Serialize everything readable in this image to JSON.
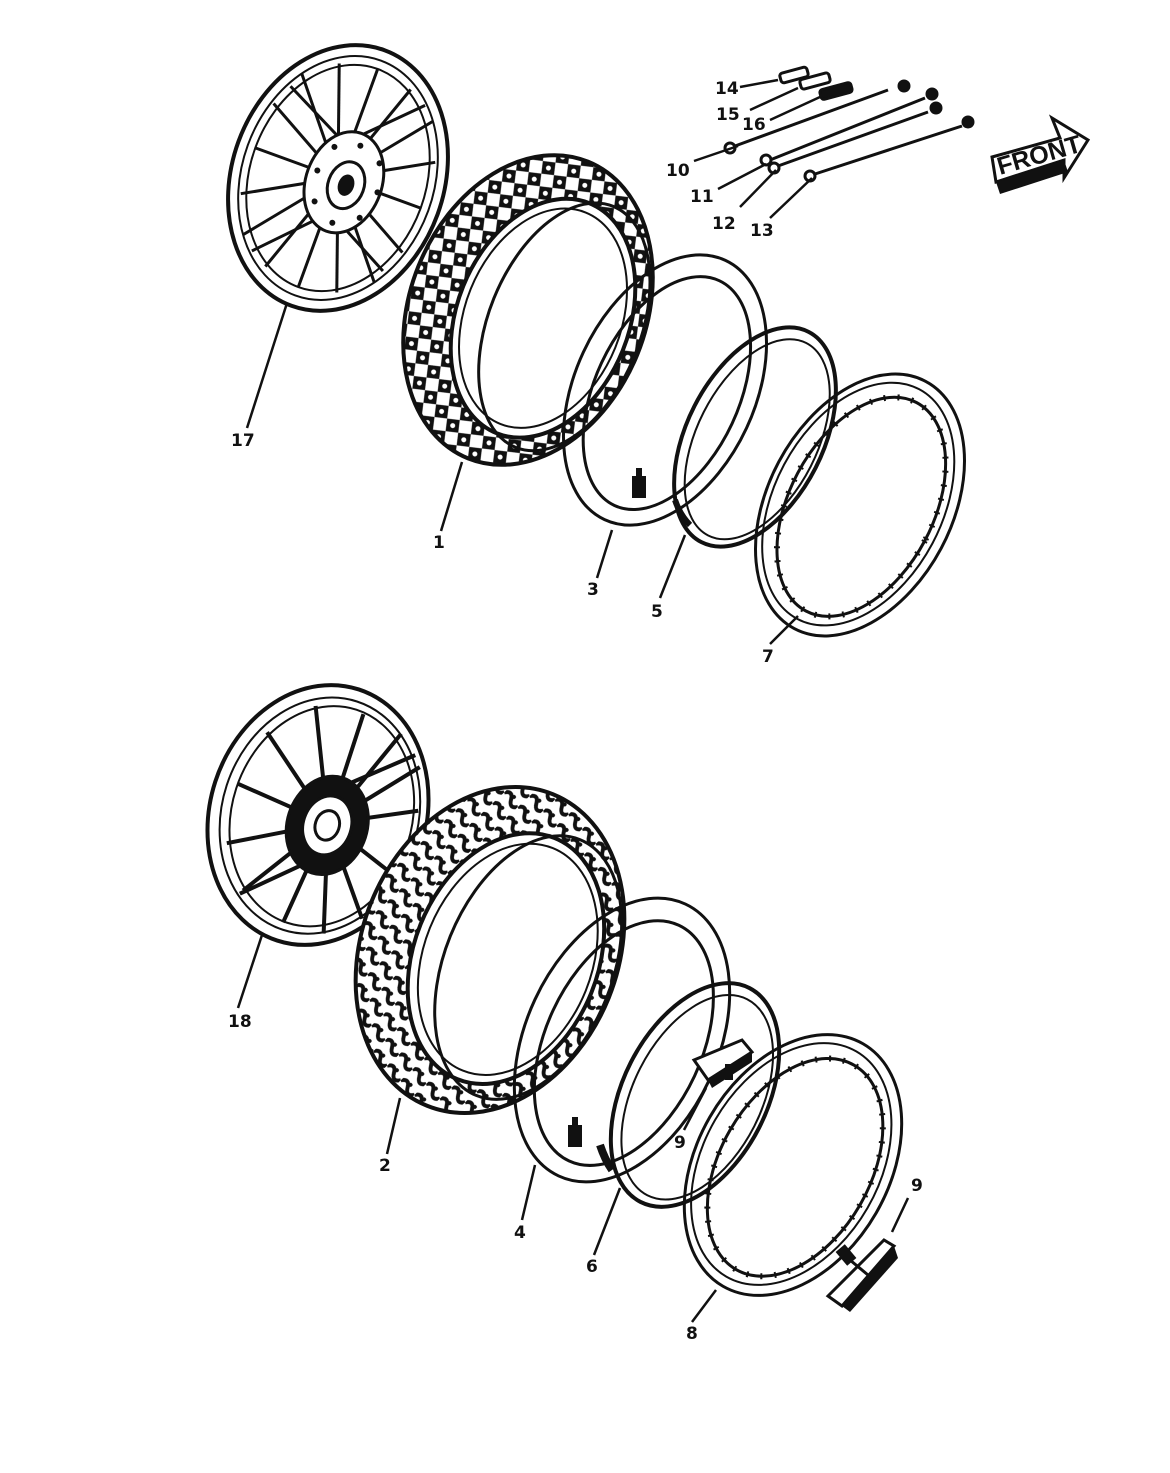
{
  "front_label": "FRONT",
  "callouts": {
    "c1": "1",
    "c2": "2",
    "c3": "3",
    "c4": "4",
    "c5": "5",
    "c6": "6",
    "c7": "7",
    "c8": "8",
    "c9a": "9",
    "c9b": "9",
    "c10": "10",
    "c11": "11",
    "c12": "12",
    "c13": "13",
    "c14": "14",
    "c15": "15",
    "c16": "16",
    "c17": "17",
    "c18": "18"
  },
  "colors": {
    "ink": "#111111",
    "paper": "#ffffff"
  }
}
